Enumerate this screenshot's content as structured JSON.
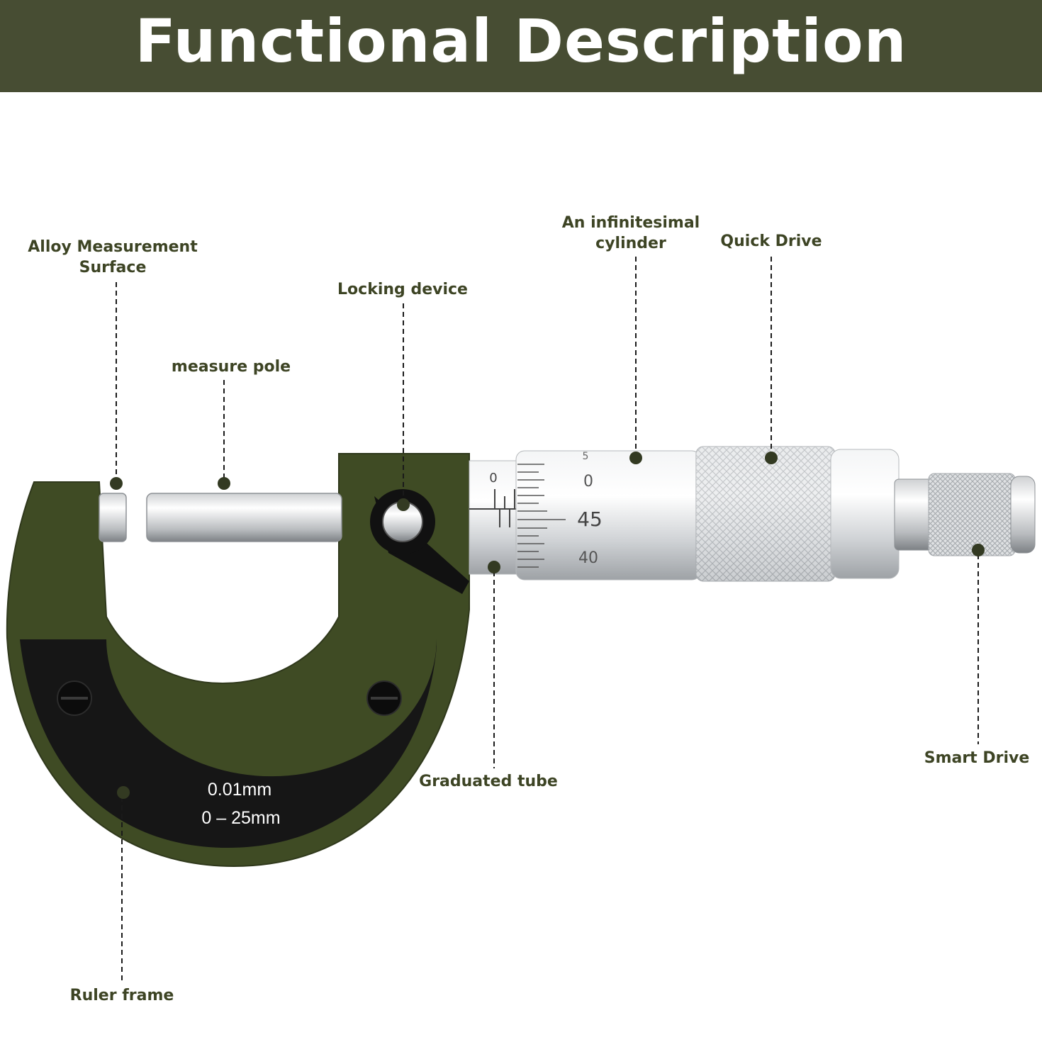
{
  "title": "Functional Description",
  "colors": {
    "banner": "#474d33",
    "frame_green": "#3f4b24",
    "label_text": "#3d4424",
    "callout": "#333a22",
    "plate_black": "#161616",
    "steel": "#d4d6d8"
  },
  "labels": {
    "alloy_surface": [
      "Alloy Measurement",
      "Surface"
    ],
    "measure_pole": "measure pole",
    "locking_device": "Locking device",
    "infinitesimal_cylinder": [
      "An infinitesimal",
      "cylinder"
    ],
    "quick_drive": "Quick Drive",
    "smart_drive": "Smart Drive",
    "graduated_tube": "Graduated tube",
    "ruler_frame": "Ruler frame"
  },
  "plate": {
    "resolution": "0.01mm",
    "range": "0 – 25mm"
  },
  "scale": {
    "sleeve_zero": "0",
    "thimble_numbers": [
      "5",
      "0",
      "45",
      "40"
    ]
  }
}
